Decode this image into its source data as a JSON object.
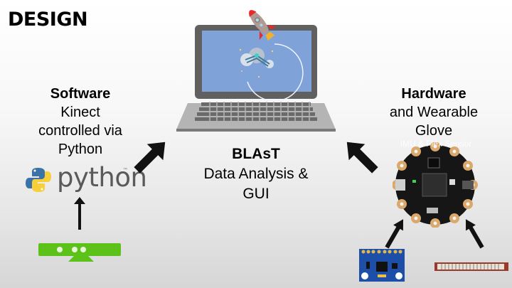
{
  "slide": {
    "title": "DESIGN"
  },
  "software": {
    "heading": "Software",
    "lines": [
      "Kinect",
      "controlled via",
      "Python"
    ],
    "logo_text": "python",
    "logo_trademark": "™"
  },
  "center": {
    "heading": "BLAsT",
    "lines": [
      "Data Analysis &",
      "GUI"
    ]
  },
  "hardware": {
    "heading": "Hardware",
    "lines": [
      "and Wearable",
      "Glove"
    ],
    "overlay_label": "IMU & Flex Sensor"
  },
  "icons": {
    "laptop": "laptop-icon",
    "rocket": "rocket-icon",
    "gears": "gears-icon",
    "python_logo": "python-logo-icon",
    "kinect": "kinect-sensor-icon",
    "flora_board": "flora-board-icon",
    "imu": "imu-module-icon",
    "flex": "flex-sensor-icon",
    "arrow": "arrow-icon"
  },
  "colors": {
    "laptop_screen": "#7fa2d9",
    "laptop_bezel": "#606060",
    "laptop_base": "#b4b4b4",
    "kinect_green": "#5cc21a",
    "python_blue": "#3b73a8",
    "python_yellow": "#f7cf3a",
    "imu_blue": "#1d4fa8",
    "rocket_red": "#e82a2a"
  }
}
